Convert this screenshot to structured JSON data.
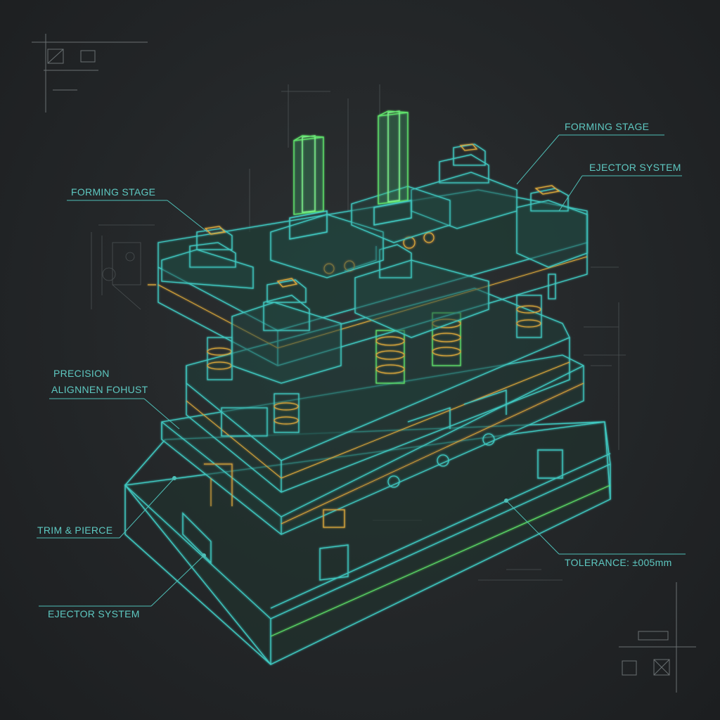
{
  "colors": {
    "background": "#24272a",
    "wire_cyan": "#3fc8c0",
    "wire_green": "#5fe06a",
    "wire_gold": "#d9a63a",
    "label": "#5ec9c2"
  },
  "labels": {
    "forming_stage_top_right": "FORMING STAGE",
    "ejector_system_right": "EJECTOR SYSTEM",
    "forming_stage_left": "FORMING STAGE",
    "precision_line1": "PRECISION",
    "precision_line2": "ALIGNNEN FOHUST",
    "trim_pierce": "TRIM & PIERCE",
    "tolerance": "TOLERANCE: ±005mm",
    "ejector_system_left": "EJECTOR SYSTEM"
  }
}
